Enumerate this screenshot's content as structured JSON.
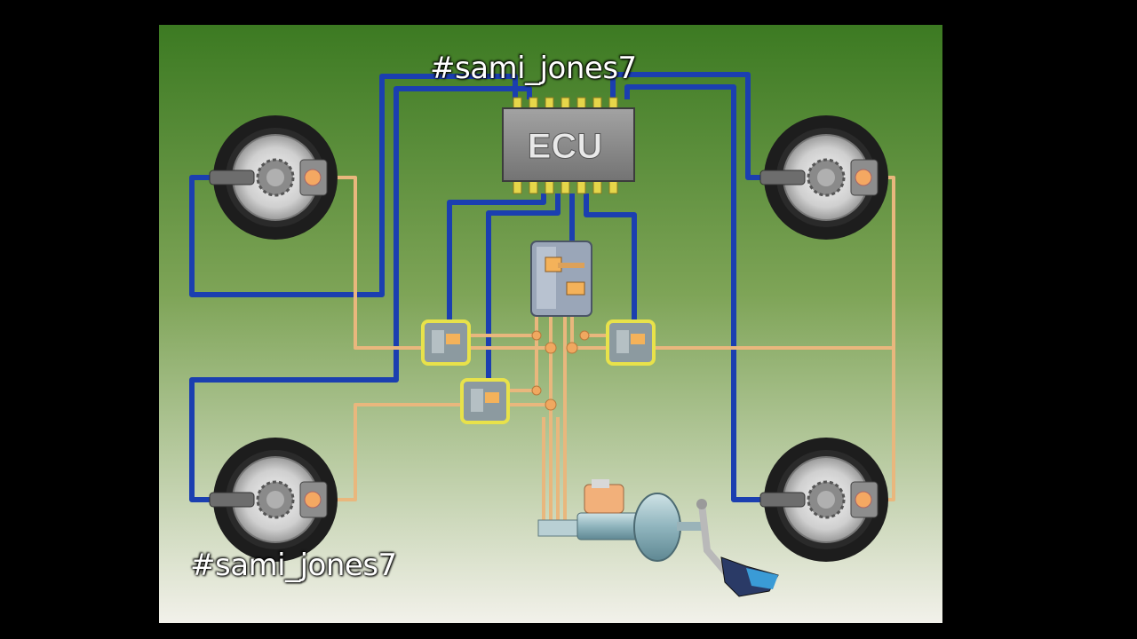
{
  "ecu": {
    "label": "ECU"
  },
  "watermarks": {
    "top": "#sami_jones7",
    "bottom": "#sami_jones7"
  },
  "colors": {
    "background_top": "#3c7a22",
    "background_bottom": "#f2f1ea",
    "sensor_wire": "#1b3fb0",
    "brake_line": "#e9b77d",
    "valve_outline": "#e8e24a",
    "ecu_body": "#8d8d8d"
  },
  "icons": [
    "ecu-chip",
    "wheel-front-left",
    "wheel-front-right",
    "wheel-rear-left",
    "wheel-rear-right",
    "modulator-valve",
    "hydraulic-unit",
    "master-cylinder",
    "brake-pedal",
    "foot"
  ]
}
